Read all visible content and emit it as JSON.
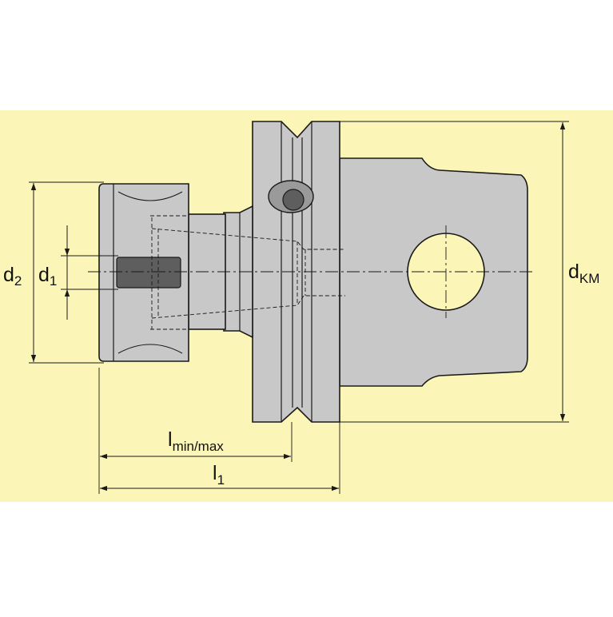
{
  "colors": {
    "panel": "#fbf5b7",
    "body": "#c8c8c8",
    "body_dark": "#9a9a9a",
    "outline": "#1a1a1a",
    "hole": "#fbf5b7",
    "key": "#5e5e5e"
  },
  "labels": {
    "d2": {
      "base": "d",
      "sub": "2"
    },
    "d1": {
      "base": "d",
      "sub": "1"
    },
    "dkm": {
      "base": "d",
      "sub": "KM"
    },
    "lminmax": {
      "base": "l",
      "sub": "min/max"
    },
    "l1": {
      "base": "l",
      "sub": "1"
    }
  }
}
